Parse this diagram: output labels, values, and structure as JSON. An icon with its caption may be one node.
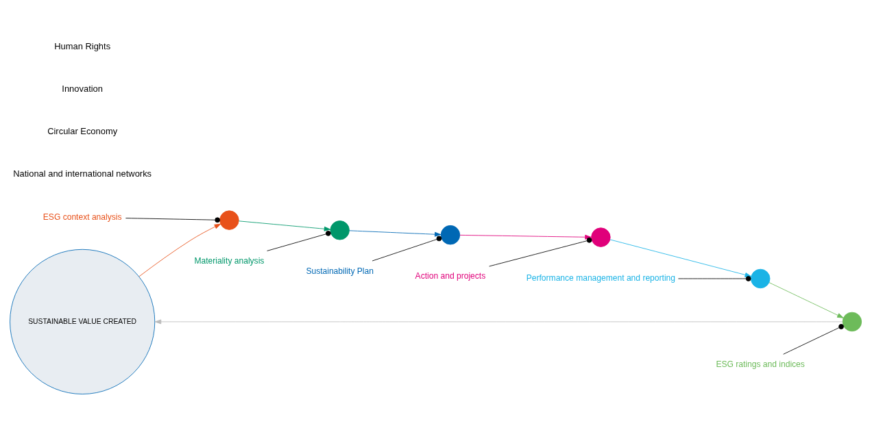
{
  "diagram": {
    "nodes": [
      {
        "text": [
          "SUSTAINABLE VALUE CREATED"
        ]
      },
      {
        "text": [
          "ESG context analysis"
        ]
      },
      {
        "text": [],
        "shape": "circle"
      },
      {
        "text": [
          "Materiality analysis"
        ]
      },
      {
        "text": [],
        "shape": "circle"
      },
      {
        "text": [
          "Sustainability Plan"
        ]
      },
      {
        "text": [],
        "shape": "circle"
      },
      {
        "text": [
          "Action and projects"
        ]
      },
      {
        "text": [],
        "shape": "circle"
      },
      {
        "text": [
          "Performance management and reporting"
        ]
      },
      {
        "text": [],
        "shape": "circle"
      },
      {
        "text": [
          "ESG ratings and indices"
        ]
      },
      {
        "text": [],
        "shape": "circle"
      }
    ],
    "edges": [
      {
        "from": 0,
        "to": 2,
        "arrow": "to",
        "color": "#e8511a"
      },
      {
        "from": 2,
        "to": 4,
        "arrow": "to",
        "color": "#00976a"
      },
      {
        "from": 4,
        "to": 6,
        "arrow": "to",
        "color": "#0068b4"
      },
      {
        "from": 6,
        "to": 8,
        "arrow": "to",
        "color": "#e0007a"
      },
      {
        "from": 8,
        "to": 10,
        "arrow": "to",
        "color": "#1ab3e6"
      },
      {
        "from": 10,
        "to": 12,
        "arrow": "to",
        "color": "#6dbb5a"
      },
      {
        "from": 12,
        "to": 0,
        "arrow": "to",
        "color": "#bbbbbb"
      },
      {
        "from": 1,
        "to": 2,
        "arrow": "other"
      },
      {
        "from": 3,
        "to": 4,
        "arrow": "other"
      },
      {
        "from": 5,
        "to": 6,
        "arrow": "other"
      },
      {
        "from": 7,
        "to": 8,
        "arrow": "other"
      },
      {
        "from": 9,
        "to": 10,
        "arrow": "other"
      },
      {
        "from": 11,
        "to": 12,
        "arrow": "other"
      }
    ],
    "labels": [
      "National and international networks",
      "Circular Economy",
      "Innovation",
      "Human Rights"
    ]
  }
}
